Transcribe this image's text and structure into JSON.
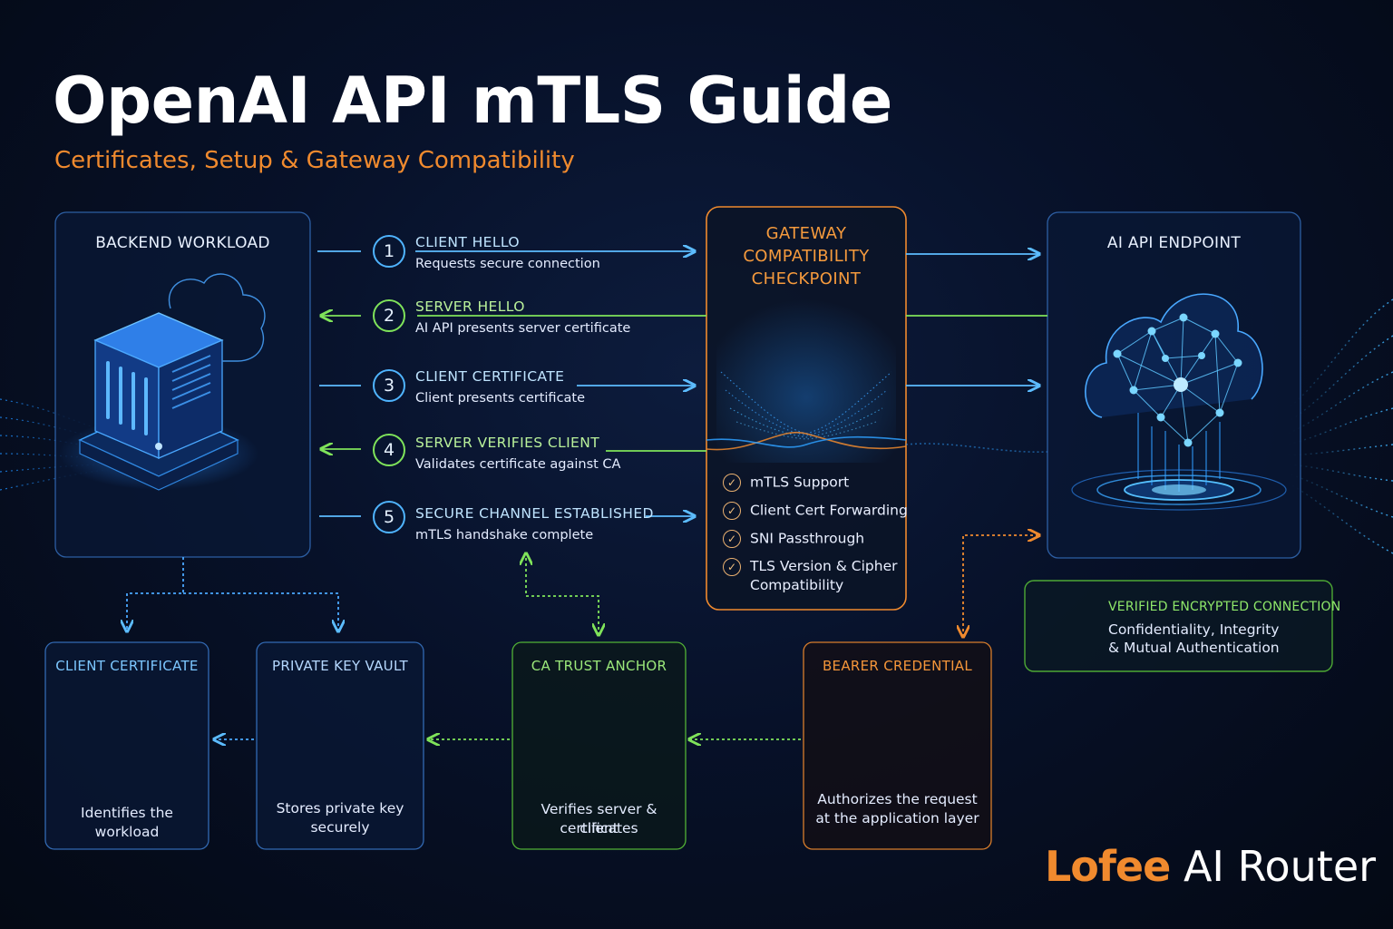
{
  "header": {
    "title": "OpenAI API mTLS Guide",
    "subtitle": "Certificates, Setup & Gateway Compatibility"
  },
  "nodes": {
    "backend": {
      "label": "BACKEND WORKLOAD"
    },
    "gateway": {
      "label_lines": [
        "GATEWAY",
        "COMPATIBILITY",
        "CHECKPOINT"
      ]
    },
    "endpoint": {
      "label": "AI API ENDPOINT"
    }
  },
  "steps": [
    {
      "num": "1",
      "title": "CLIENT HELLO",
      "desc": "Requests secure connection"
    },
    {
      "num": "2",
      "title": "SERVER HELLO",
      "desc": "AI API presents server certificate"
    },
    {
      "num": "3",
      "title": "CLIENT CERTIFICATE",
      "desc": "Client presents certificate"
    },
    {
      "num": "4",
      "title": "SERVER VERIFIES CLIENT",
      "desc": "Validates certificate against CA"
    },
    {
      "num": "5",
      "title": "SECURE CHANNEL ESTABLISHED",
      "desc": "mTLS handshake complete"
    }
  ],
  "gateway_checks": [
    {
      "lines": [
        "mTLS Support"
      ]
    },
    {
      "lines": [
        "Client Cert Forwarding"
      ]
    },
    {
      "lines": [
        "SNI Passthrough"
      ]
    },
    {
      "lines": [
        "TLS Version & Cipher",
        "Compatibility"
      ]
    }
  ],
  "verified": {
    "title": "VERIFIED ENCRYPTED CONNECTION",
    "lines": [
      "Confidentiality, Integrity",
      "& Mutual Authentication"
    ]
  },
  "components": [
    {
      "title": "CLIENT CERTIFICATE",
      "desc_lines": [
        "Identifies the workload"
      ]
    },
    {
      "title": "PRIVATE KEY VAULT",
      "desc_lines": [
        "Stores private key",
        "securely"
      ]
    },
    {
      "title": "CA TRUST ANCHOR",
      "desc_lines": [
        "Verifies server & client",
        "certificates"
      ]
    },
    {
      "title": "BEARER CREDENTIAL",
      "desc_lines": [
        "Authorizes the request",
        "at the application layer"
      ]
    }
  ],
  "brand": {
    "name_accent": "Lofee",
    "name_rest": " AI Router"
  },
  "colors": {
    "blue": "#3fa9ff",
    "green": "#7fe35a",
    "orange": "#f08a2e",
    "cyan": "#6fd8ff"
  }
}
